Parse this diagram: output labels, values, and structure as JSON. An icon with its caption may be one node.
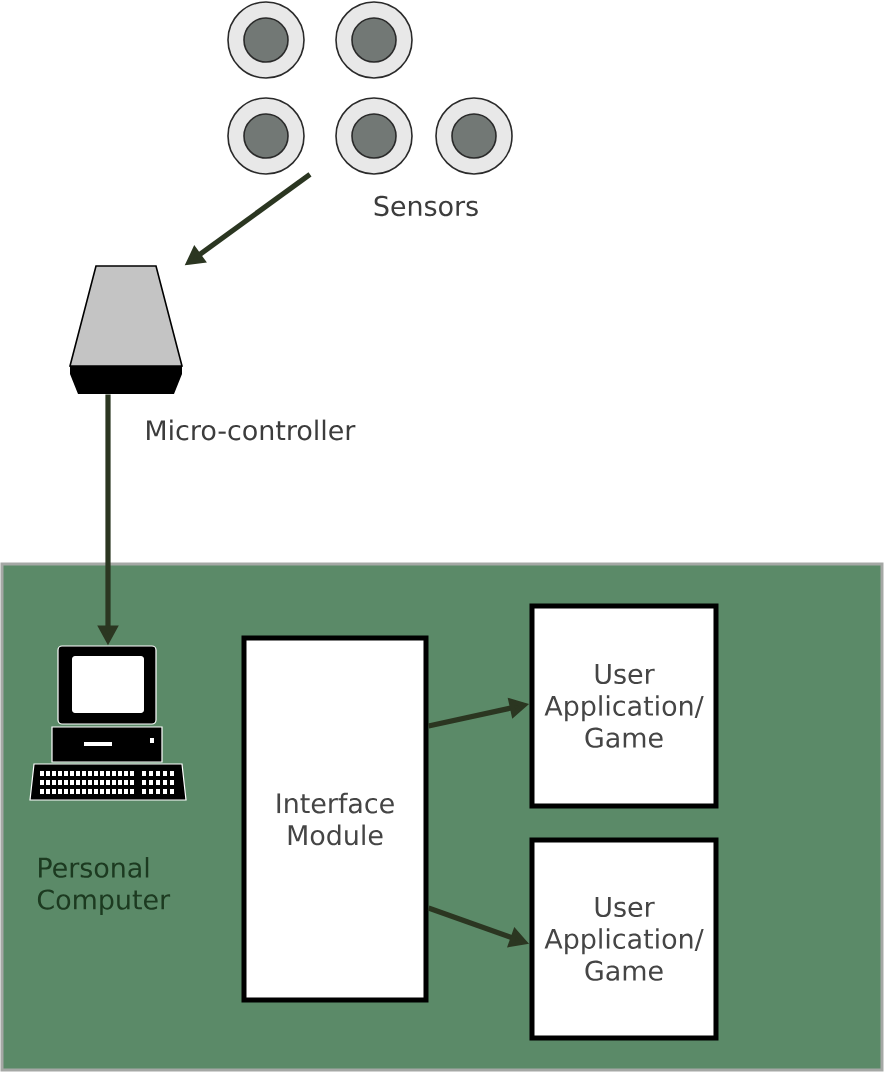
{
  "diagram": {
    "nodes": [
      {
        "text": [],
        "shape": "picture",
        "beside": [
          "Sensors"
        ]
      },
      {
        "text": [],
        "shape": "picture",
        "beside": [
          "Micro-controller"
        ]
      },
      {
        "text": [],
        "shape": "box"
      },
      {
        "text": [],
        "shape": "picture",
        "in": 2,
        "beside": [
          "Personal Computer"
        ]
      },
      {
        "text": [
          "Interface Module"
        ],
        "in": 2
      },
      {
        "text": [
          "User Application/ Game"
        ],
        "in": 2
      },
      {
        "text": [
          "User Application/ Game"
        ],
        "in": 2
      }
    ],
    "edges": [
      {
        "from": 0,
        "to": 1,
        "arrow": "to"
      },
      {
        "from": 1,
        "to": 3,
        "arrow": "to"
      },
      {
        "from": 4,
        "to": 5,
        "arrow": "to"
      },
      {
        "from": 4,
        "to": 6,
        "arrow": "to"
      }
    ]
  }
}
